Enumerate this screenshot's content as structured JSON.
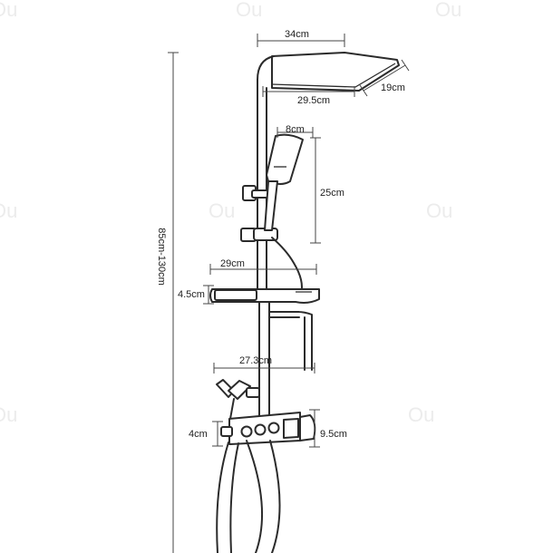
{
  "labels": {
    "top_width": "34cm",
    "head_depth": "29.5cm",
    "head_side": "19cm",
    "handshower_width": "8cm",
    "handshower_height": "25cm",
    "total_height": "85cm-130cm",
    "shelf_width": "29cm",
    "shelf_height": "4.5cm",
    "mixer_width": "27.3cm",
    "mixer_height": "9.5cm",
    "spout": "4cm"
  },
  "colors": {
    "line": "#2b2b2b",
    "dimension": "#444444",
    "watermark": "#ececec"
  }
}
